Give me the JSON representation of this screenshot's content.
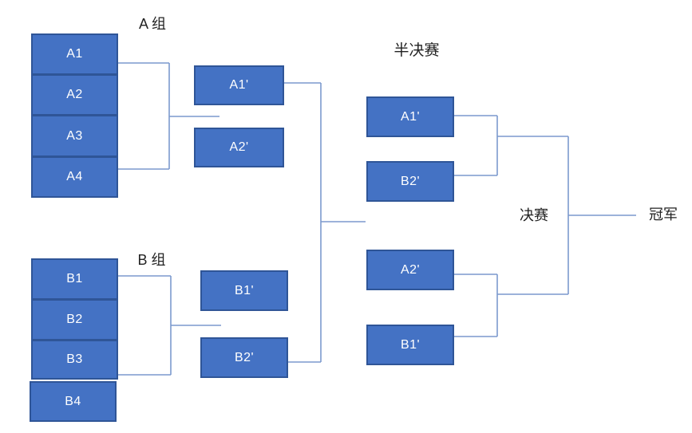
{
  "labels": {
    "group_a": "A 组",
    "group_b": "B 组",
    "semifinal": "半决赛",
    "final": "决赛",
    "champion": "冠军"
  },
  "group_a": {
    "teams": [
      "A1",
      "A2",
      "A3",
      "A4"
    ],
    "winners": [
      "A1'",
      "A2'"
    ]
  },
  "group_b": {
    "teams": [
      "B1",
      "B2",
      "B3",
      "B4"
    ],
    "winners": [
      "B1'",
      "B2'"
    ]
  },
  "semifinals": {
    "match1": [
      "A1'",
      "B2'"
    ],
    "match2": [
      "A2'",
      "B1'"
    ]
  },
  "colors": {
    "box_fill": "#4472C4",
    "box_border": "#2F5597",
    "connector": "#7C99CE",
    "box_text": "#FFFFFF",
    "label_text": "#222222"
  }
}
